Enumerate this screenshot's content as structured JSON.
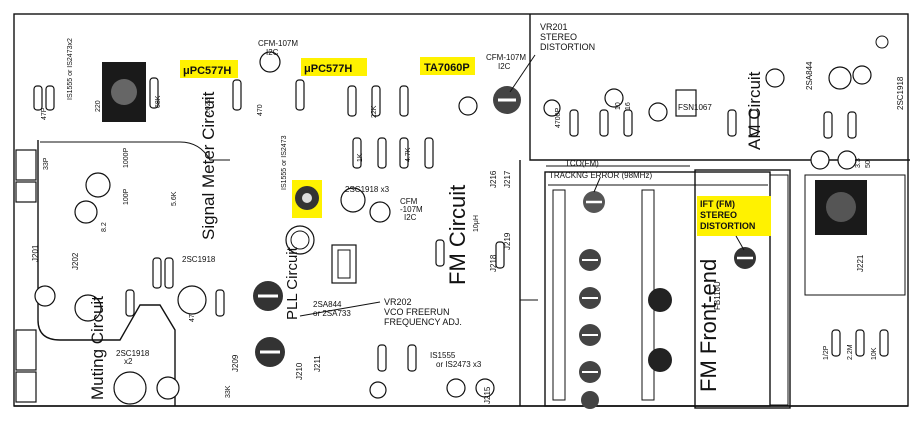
{
  "chips": {
    "upc577h_left": "μPC577H",
    "upc577h_right": "μPC577H",
    "ta7060p": "TA7060P"
  },
  "callouts": {
    "vr201": [
      "VR201",
      "STEREO",
      "DISTORTION"
    ],
    "vr202": [
      "VR202",
      "VCO FREERUN",
      "FREQUENCY ADJ."
    ],
    "ift": [
      "IFT (FM)",
      "STEREO",
      "DISTORTION"
    ],
    "tco": "TCO(FM)",
    "tracking": "TRACKNG ERROR (98MHz)"
  },
  "sections": {
    "fm_circuit": "FM Circuit",
    "fm_frontend": "FM Front-end",
    "frontend_model": "FB118U",
    "signal_meter": "Signal Meter Circuit",
    "muting": "Muting Circuit",
    "amp": "AM Circuit",
    "pll": "PLL Circuit"
  },
  "parts": {
    "cfm_top": [
      "CFM-107M",
      "I2C"
    ],
    "cfm_right": [
      "CFM-107M",
      "I2C"
    ],
    "cfm_mid": [
      "CFM",
      "-107M",
      "I2C"
    ],
    "fsn": "FSN1067",
    "diodes_top": "IS1555 or IS2473x2",
    "diode_mid": "IS1555 or IS2473",
    "diodes_bottom": [
      "IS1555",
      "or IS2473 x3"
    ],
    "transistors_mid": "2SC1918 x3",
    "transistor_left": "2SC1918",
    "transistors_bottom": [
      "2SC1918",
      "x2"
    ],
    "sa844_pair": [
      "2SA844",
      "or 2SA733"
    ],
    "tr_right": "2SC1918",
    "sa844_right": "2SA844",
    "j_labels": [
      "J201",
      "J202",
      "J216",
      "J217",
      "J218",
      "J219",
      "J209",
      "J210",
      "J211",
      "J221",
      "J215"
    ],
    "values": [
      "220",
      "68K",
      "47P",
      "0.022",
      "470",
      "22K",
      "1K",
      "4.7K",
      "100P",
      "33P",
      "10",
      "16",
      "3.3",
      "50",
      "5.6K",
      "4700P",
      "1/2P",
      "2.2M",
      "10K",
      "33K",
      "1000P",
      "8.2",
      "47",
      "10μH"
    ]
  }
}
